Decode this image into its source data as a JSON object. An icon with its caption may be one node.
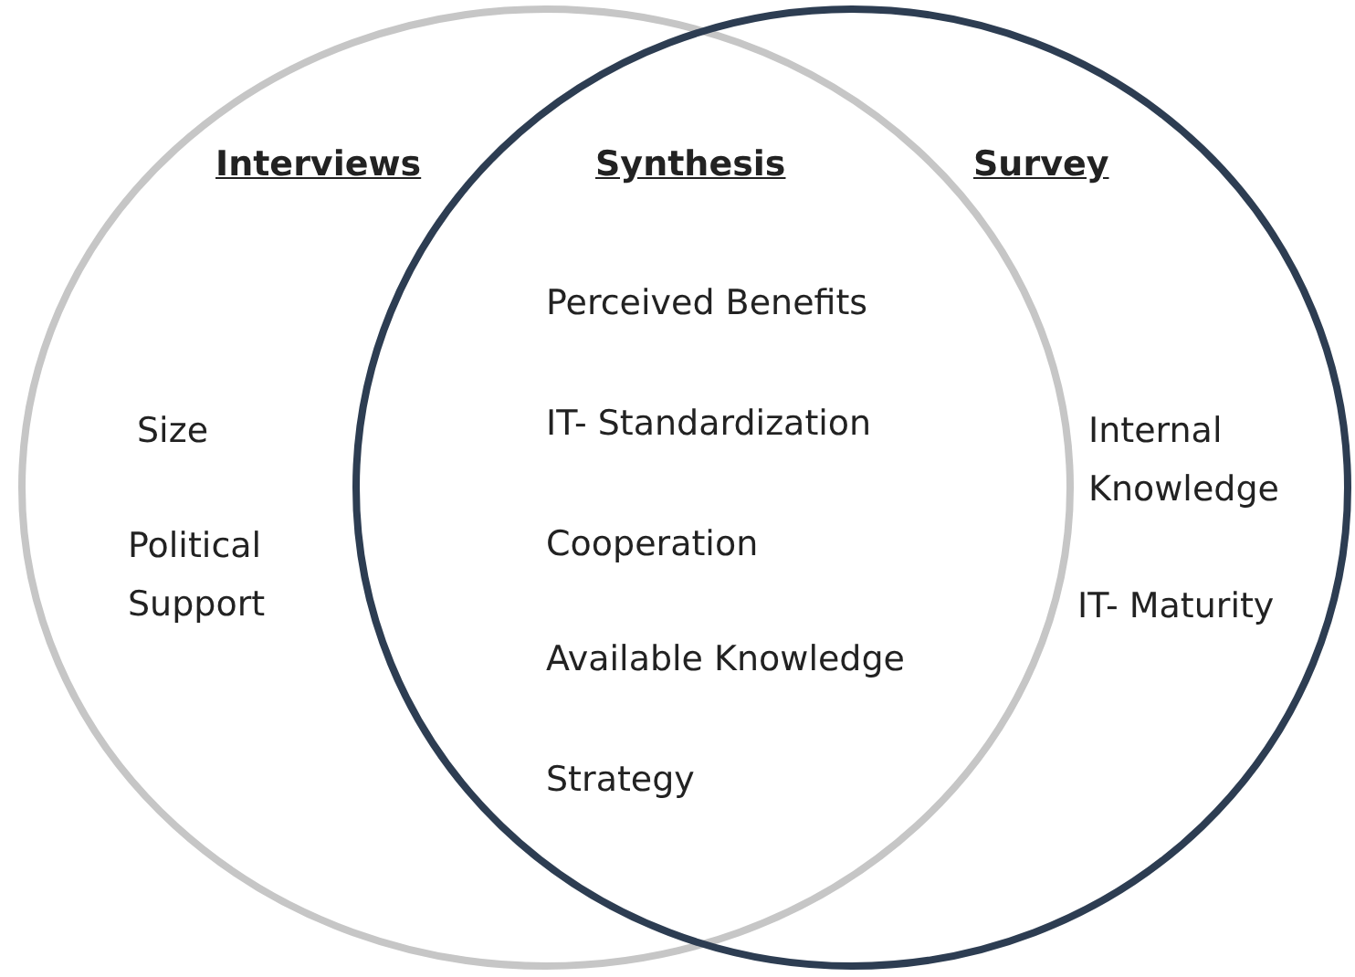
{
  "diagram": {
    "nodes": [
      {
        "text": [
          "Interviews",
          "Size",
          "Political Support"
        ]
      },
      {
        "text": [
          "Survey",
          "Internal Knowledge",
          "IT- Maturity"
        ]
      }
    ],
    "labels": [
      "Synthesis",
      "Perceived Benefits",
      "IT- Standardization",
      "Cooperation",
      "Available Knowledge",
      "Strategy"
    ]
  }
}
